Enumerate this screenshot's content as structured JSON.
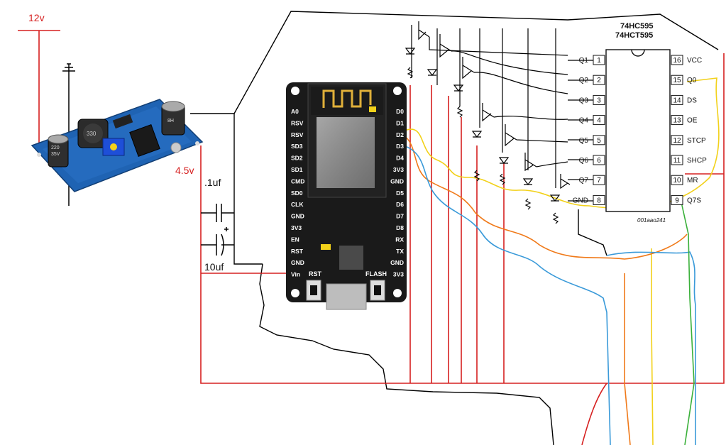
{
  "labels": {
    "supply_voltage": "12v",
    "output_voltage": "4.5v",
    "cap_small": ".1uf",
    "cap_large": "10uf"
  },
  "colors": {
    "power": "#d62020",
    "ground": "#000000",
    "wire_yellow": "#f2d11a",
    "wire_orange": "#f07a1a",
    "wire_blue": "#3a9ad9",
    "wire_green": "#3ab03a",
    "board_blue": "#1f63b3",
    "mcu_board": "#1a1a1a"
  },
  "converter_module": {
    "cap_marks": [
      "220",
      "35V",
      "8H"
    ],
    "inductor_mark": "330"
  },
  "esp_board": {
    "left_pins": [
      "A0",
      "RSV",
      "RSV",
      "SD3",
      "SD2",
      "SD1",
      "CMD",
      "SD0",
      "CLK",
      "GND",
      "3V3",
      "EN",
      "RST",
      "GND",
      "Vin"
    ],
    "right_pins": [
      "D0",
      "D1",
      "D2",
      "D3",
      "D4",
      "3V3",
      "GND",
      "D5",
      "D6",
      "D7",
      "D8",
      "RX",
      "TX",
      "GND",
      "3V3"
    ],
    "buttons": [
      "RST",
      "FLASH"
    ]
  },
  "shift_register": {
    "title_line1": "74HC595",
    "title_line2": "74HCT595",
    "part_code": "001aao241",
    "left_pins": [
      {
        "num": "1",
        "name": "Q1"
      },
      {
        "num": "2",
        "name": "Q2"
      },
      {
        "num": "3",
        "name": "Q3"
      },
      {
        "num": "4",
        "name": "Q4"
      },
      {
        "num": "5",
        "name": "Q5"
      },
      {
        "num": "6",
        "name": "Q6"
      },
      {
        "num": "7",
        "name": "Q7"
      },
      {
        "num": "8",
        "name": "GND"
      }
    ],
    "right_pins": [
      {
        "num": "16",
        "name": "VCC"
      },
      {
        "num": "15",
        "name": "Q0"
      },
      {
        "num": "14",
        "name": "DS"
      },
      {
        "num": "13",
        "name": "OE"
      },
      {
        "num": "12",
        "name": "STCP"
      },
      {
        "num": "11",
        "name": "SHCP"
      },
      {
        "num": "10",
        "name": "MR"
      },
      {
        "num": "9",
        "name": "Q7S"
      }
    ]
  }
}
